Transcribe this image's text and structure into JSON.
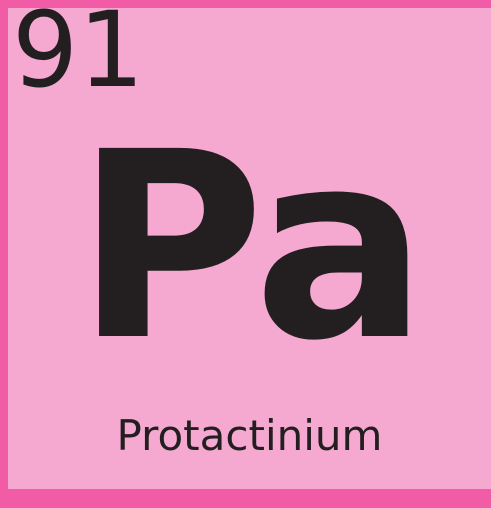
{
  "element": {
    "atomic_number": "91",
    "symbol": "Pa",
    "name": "Protactinium"
  },
  "colors": {
    "border": "#f25ba5",
    "background": "#f5a8d0",
    "text": "#231f20"
  }
}
